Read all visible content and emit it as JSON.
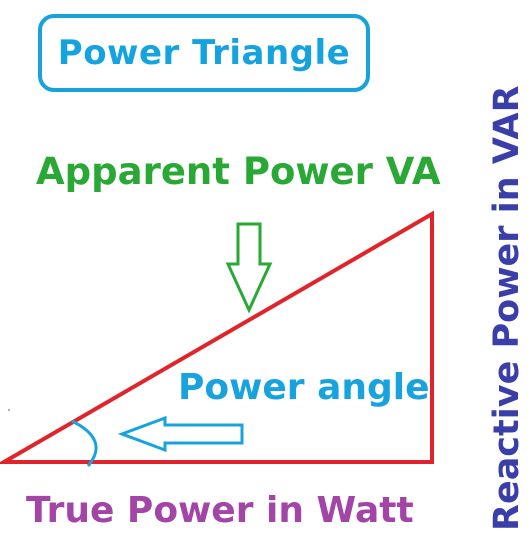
{
  "title": "Power Triangle",
  "labels": {
    "apparent_power": "Apparent Power VA",
    "power_angle": "Power angle",
    "true_power": "True Power in Watt",
    "reactive_power": "Reactive Power in VAR"
  },
  "colors": {
    "title": "#14a3de",
    "triangle": "#e0242b",
    "apparent_power": "#2aa836",
    "power_angle": "#18a3de",
    "true_power": "#a245a7",
    "reactive_power": "#3a3ea8"
  },
  "icons": [
    "arrow-down-icon",
    "arrow-left-icon",
    "angle-arc-icon"
  ]
}
